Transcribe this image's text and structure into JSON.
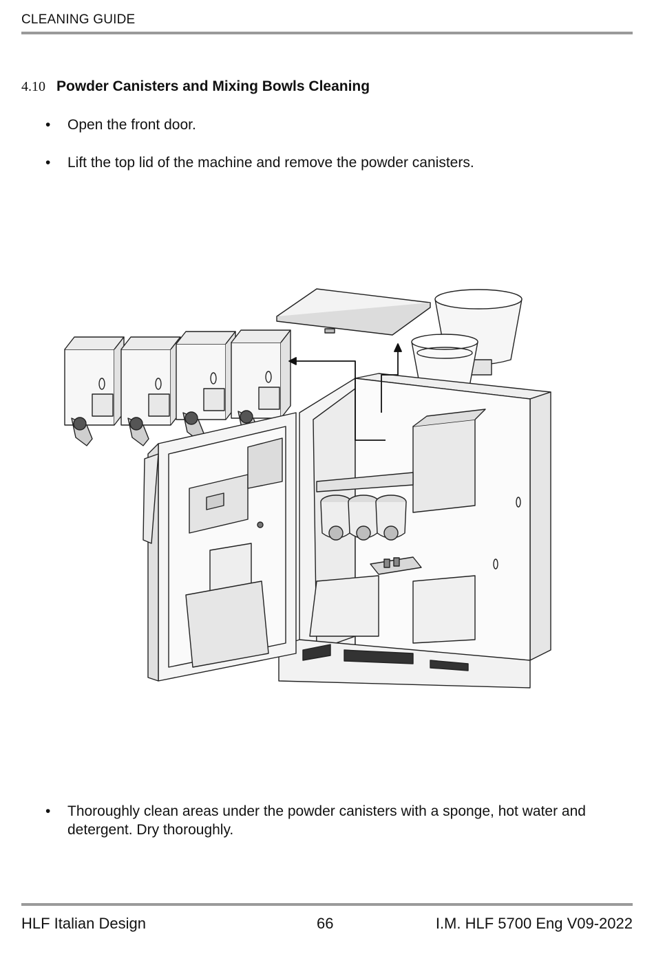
{
  "header": {
    "title": "CLEANING GUIDE"
  },
  "section": {
    "number": "4.10",
    "title": "Powder Canisters and Mixing Bowls Cleaning"
  },
  "bullets": [
    "Open the front door.",
    "Lift the top lid of the machine and remove the powder canisters.",
    "Thoroughly clean areas under the powder canisters with a sponge, hot water and detergent. Dry thoroughly."
  ],
  "bullet_symbol": "•",
  "footer": {
    "left": "HLF Italian Design",
    "page_number": "66",
    "right": "I.M. HLF 5700 Eng V09-2022"
  }
}
